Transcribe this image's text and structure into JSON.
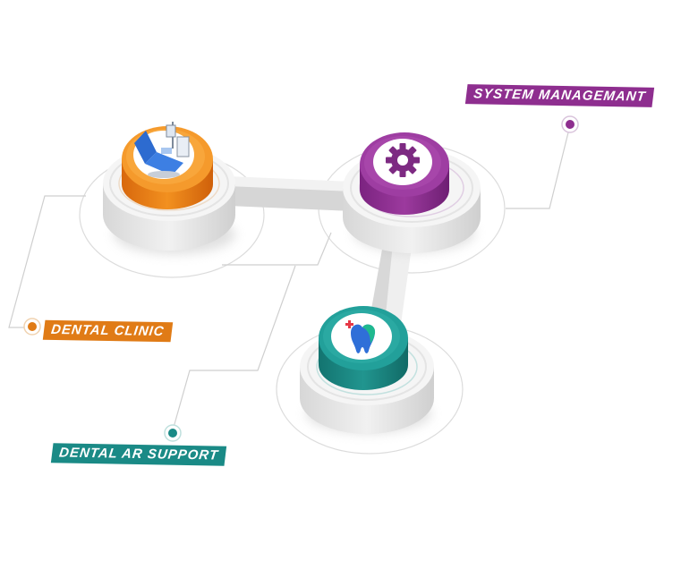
{
  "labels": {
    "system_management": "SYSTEM MANAGEMANT",
    "dental_clinic": "DENTAL CLINIC",
    "dental_ar_support": "DENTAL AR SUPPORT"
  },
  "colors": {
    "system_management": "#8e2e8f",
    "dental_clinic": "#e07b16",
    "dental_ar_support": "#1a8a86",
    "connector": "#e6e6e6",
    "line": "#cfcfcf"
  },
  "icons": {
    "system_management": "gear-icon",
    "dental_clinic": "dental-chair-icon",
    "dental_ar_support": "tooth-icon"
  }
}
